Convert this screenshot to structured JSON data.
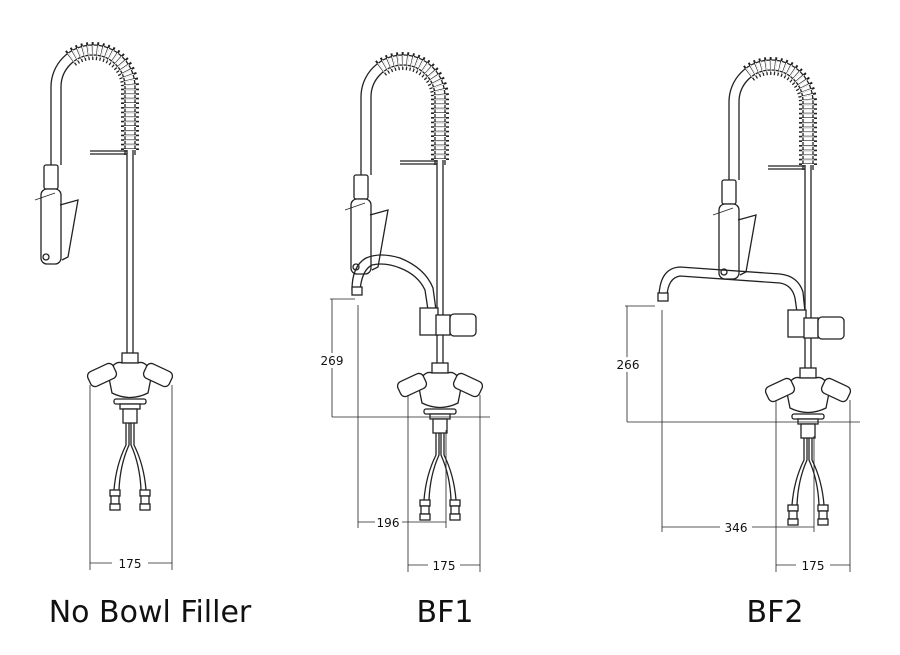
{
  "models": [
    {
      "label": "No Bowl Filler",
      "dimensions": {
        "width": "175"
      }
    },
    {
      "label": "BF1",
      "dimensions": {
        "width": "175",
        "reach": "196",
        "height": "269"
      }
    },
    {
      "label": "BF2",
      "dimensions": {
        "width": "175",
        "reach": "346",
        "height": "266"
      }
    }
  ],
  "colors": {
    "line": "#222222",
    "background": "#ffffff"
  }
}
